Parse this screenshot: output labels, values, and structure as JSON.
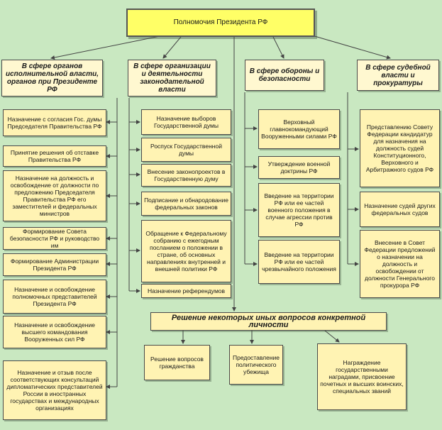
{
  "title": "Полномочия Президента РФ",
  "columns": [
    {
      "heading": "В сфере органов исполнительной власти, органов при Президенте РФ",
      "items": [
        "Назначение с согласия Гос. думы Председателя Правительства РФ",
        "Принятие решения об отставке Правительства РФ",
        "Назначение на должность и освобождение от должности по предложению Председателя Правительства РФ его заместителей и федеральных министров",
        "Формирование Совета безопасности РФ и руководство им",
        "Формирование Администрации Президента РФ",
        "Назначение и освобождение полномочных представителей Президента РФ",
        "Назначение и освобождение высшего командования Вооруженных сил РФ",
        "Назначение и отзыв после соответствующих консультаций дипломатических представителей России в иностранных государствах и международных организациях"
      ]
    },
    {
      "heading": "В сфере организации и деятельности законодательной власти",
      "items": [
        "Назначение выборов Государственной думы",
        "Роспуск Государственной думы",
        "Внесение законопроектов в Государственную думу",
        "Подписание и обнародование федеральных законов",
        "Обращение к Федеральному собранию с ежегодным посланием о положении в стране, об основных направлениях внутренней и внешней политики РФ",
        "Назначение референдумов"
      ]
    },
    {
      "heading": "В сфере обороны и безопасности",
      "items": [
        "Верховный главнокомандующий Вооруженными силами РФ",
        "Утверждение военной доктрины РФ",
        "Введение на территории РФ или ее частей военного положения в случае агрессии против РФ",
        "Введение на территории РФ или ее частей чрезвычайного положения"
      ]
    },
    {
      "heading": "В сфере судебной власти и прокуратуры",
      "items": [
        "Представлению Совету Федерации кандидатур для назначения на должность судей Конституционного, Верховного и Арбитражного судов РФ",
        "Назначение судей других федеральных судов",
        "Внесение в Совет Федерации предложений о назначении на должность и освобождении от должности Генерального прокурора РФ"
      ]
    }
  ],
  "other": {
    "heading": "Решение некоторых иных вопросов конкретной личности",
    "items": [
      "Решение вопросов гражданства",
      "Предоставление политического убежища",
      "Награждение государственными наградами, присвоение почетных и высших воинских, специальных званий"
    ]
  },
  "colors": {
    "background": "#c9e8c1",
    "box": "#fff3b3",
    "title_box": "#ffff66",
    "line": "#444444"
  }
}
